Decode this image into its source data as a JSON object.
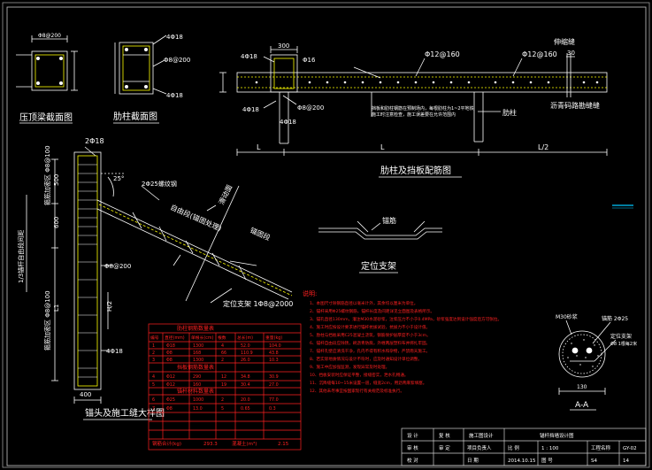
{
  "colors": {
    "background": "#000000",
    "line": "#ffffff",
    "red": "#ff2020",
    "yellow": "#ffff00",
    "cyan": "#00c8ff",
    "frame": "#b0b0b0"
  },
  "section_top_beam": {
    "title": "压顶梁截面图",
    "dim_top": "Φ8@200"
  },
  "section_rib_column": {
    "title": "肋柱截面图",
    "rebar_top": "4Φ18",
    "rebar_mid": "Φ8@200",
    "rebar_bot": "4Φ18"
  },
  "rib_reinforcement": {
    "title": "肋柱及挡板配筋图",
    "dim_300_left": "300",
    "dim_300_right": "30",
    "label_expansion_joint": "伸缩缝",
    "label_asphalt_joint": "沥青码路勘缝缝",
    "label_rib": "肋柱",
    "rebar_a": "4Φ18",
    "rebar_b": "4Φ18",
    "rebar_c": "Φ8@200",
    "rebar_d": "4Φ18",
    "rebar_e": "Φ12@160",
    "rebar_f": "Φ12@160",
    "rebar_g": "Φ16",
    "dim_L1": "L",
    "dim_L2": "L",
    "dim_L3": "L/2",
    "note_text_1": "挡板和肋柱钢筋在预制场内，每根肋柱为1~2平地铁",
    "note_text_2": "施工时注意检查，施工误差要在允许范围内"
  },
  "anchor_detail": {
    "title": "锚头及施工缝大样图",
    "rebar_top": "2Φ18",
    "rebar_anchor": "2Φ25螺纹钢",
    "rebar_stirrup": "Φ8@200",
    "rebar_bottom": "4Φ18",
    "dim_400": "400",
    "dim_500": "500",
    "dim_600": "600",
    "dim_h2": "H/2",
    "dim_l1": "L1",
    "label_free": "自由段(锚固处理)",
    "label_anchor_seg": "锚固段",
    "label_slide": "滑动面",
    "label_support": "定位支架",
    "label_support_spacing": "定位支架 1Φ8@2000",
    "label_angle": "25°",
    "label_hoop_1": "箍筋加密区 Φ8@100",
    "label_hoop_2": "箍筋加密区 Φ8@100",
    "label_range": "1/3锚杆自由段间距"
  },
  "positioning_bracket": {
    "title": "定位支架",
    "label": "锚筋"
  },
  "section_aa": {
    "title": "A-A",
    "label_mortar": "M30砂浆",
    "label_bar": "锚筋 2Φ25",
    "label_bracket": "定位支架",
    "label_bracket_spec": "Φ8 1根每2米",
    "dim_diameter": "130"
  },
  "notes": {
    "header": "说明:",
    "lines": [
      "1、本图尺寸除钢筋直径以毫米计外，其余均以厘米为单位。",
      "2、锚杆采用Φ25螺纹钢筋，锚杆长度及间距详见立面图及表格所示。",
      "3、锚孔直径130mm，灌注M30水泥砂浆，注浆压力不小于0.4MPa，砂浆强度达到设计强度后方可张拉。",
      "4、施工时应按设计要求进行锚杆抗拔试验，抗拔力不小于设计值。",
      "5、肋柱与挡板采用C25混凝土浇筑，钢筋保护层厚度不小于3cm。",
      "6、锚杆自由段应除锈，刷沥青防腐，外缠两层塑料布并绑扎牢固。",
      "7、锚杆孔壁应清洗干净，孔内不得有积水和杂物，严禁雨天施工。",
      "8、若实际地质情况与设计不符时，应及时通知设计单位调整。",
      "9、施工中应加强监测，发现异常及时处理。",
      "10、挡板安装时应保证平整，接缝密实，泄水孔畅通。",
      "11、沉降缝每10~15米设置一道，缝宽2cm，用沥青麻絮填塞。",
      "12、其他未尽事宜按国家现行有关规范及标准执行。"
    ]
  },
  "table": {
    "title_1": "肋柱钢筋数量表",
    "title_2": "挡板钢筋数量表",
    "title_3": "锚杆材料数量表",
    "headers": [
      "编号",
      "直径(mm)",
      "单根长(cm)",
      "根数",
      "总长(m)",
      "重量(kg)"
    ],
    "rows_1": [
      [
        "1",
        "Φ18",
        "1300",
        "4",
        "52.0",
        "104.0"
      ],
      [
        "2",
        "Φ8",
        "168",
        "66",
        "110.9",
        "43.8"
      ],
      [
        "3",
        "Φ8",
        "1300",
        "2",
        "26.0",
        "10.3"
      ]
    ],
    "rows_2": [
      [
        "4",
        "Φ12",
        "290",
        "12",
        "34.8",
        "30.9"
      ],
      [
        "5",
        "Φ12",
        "160",
        "19",
        "30.4",
        "27.0"
      ]
    ],
    "rows_3": [
      [
        "6",
        "Φ25",
        "1000",
        "2",
        "20.0",
        "77.0"
      ],
      [
        "7",
        "Φ8",
        "13.0",
        "5",
        "0.65",
        "0.3"
      ]
    ],
    "total_label": "钢筋合计(kg)",
    "total_value": "293.3",
    "concrete_label": "混凝土(m³)",
    "concrete_value": "2.15"
  },
  "title_block": {
    "row1_left": "设 计",
    "row1_mid": "复 核",
    "row1_right": "锚杆挡墙设计图",
    "row2_left": "审 核",
    "row2_mid": "审 定",
    "row2_c1": "项目负责人",
    "row2_c2": "比 例",
    "row2_c3": "1 : 100",
    "row3_left": "校 对",
    "row3_c1": "日 期",
    "row3_c2": "2014.10.15",
    "row3_c3": "图 号",
    "row3_c4": "S4",
    "company": "施工图设计",
    "project": "工程名称",
    "drawing_no": "GY-02",
    "sheet": "14"
  }
}
